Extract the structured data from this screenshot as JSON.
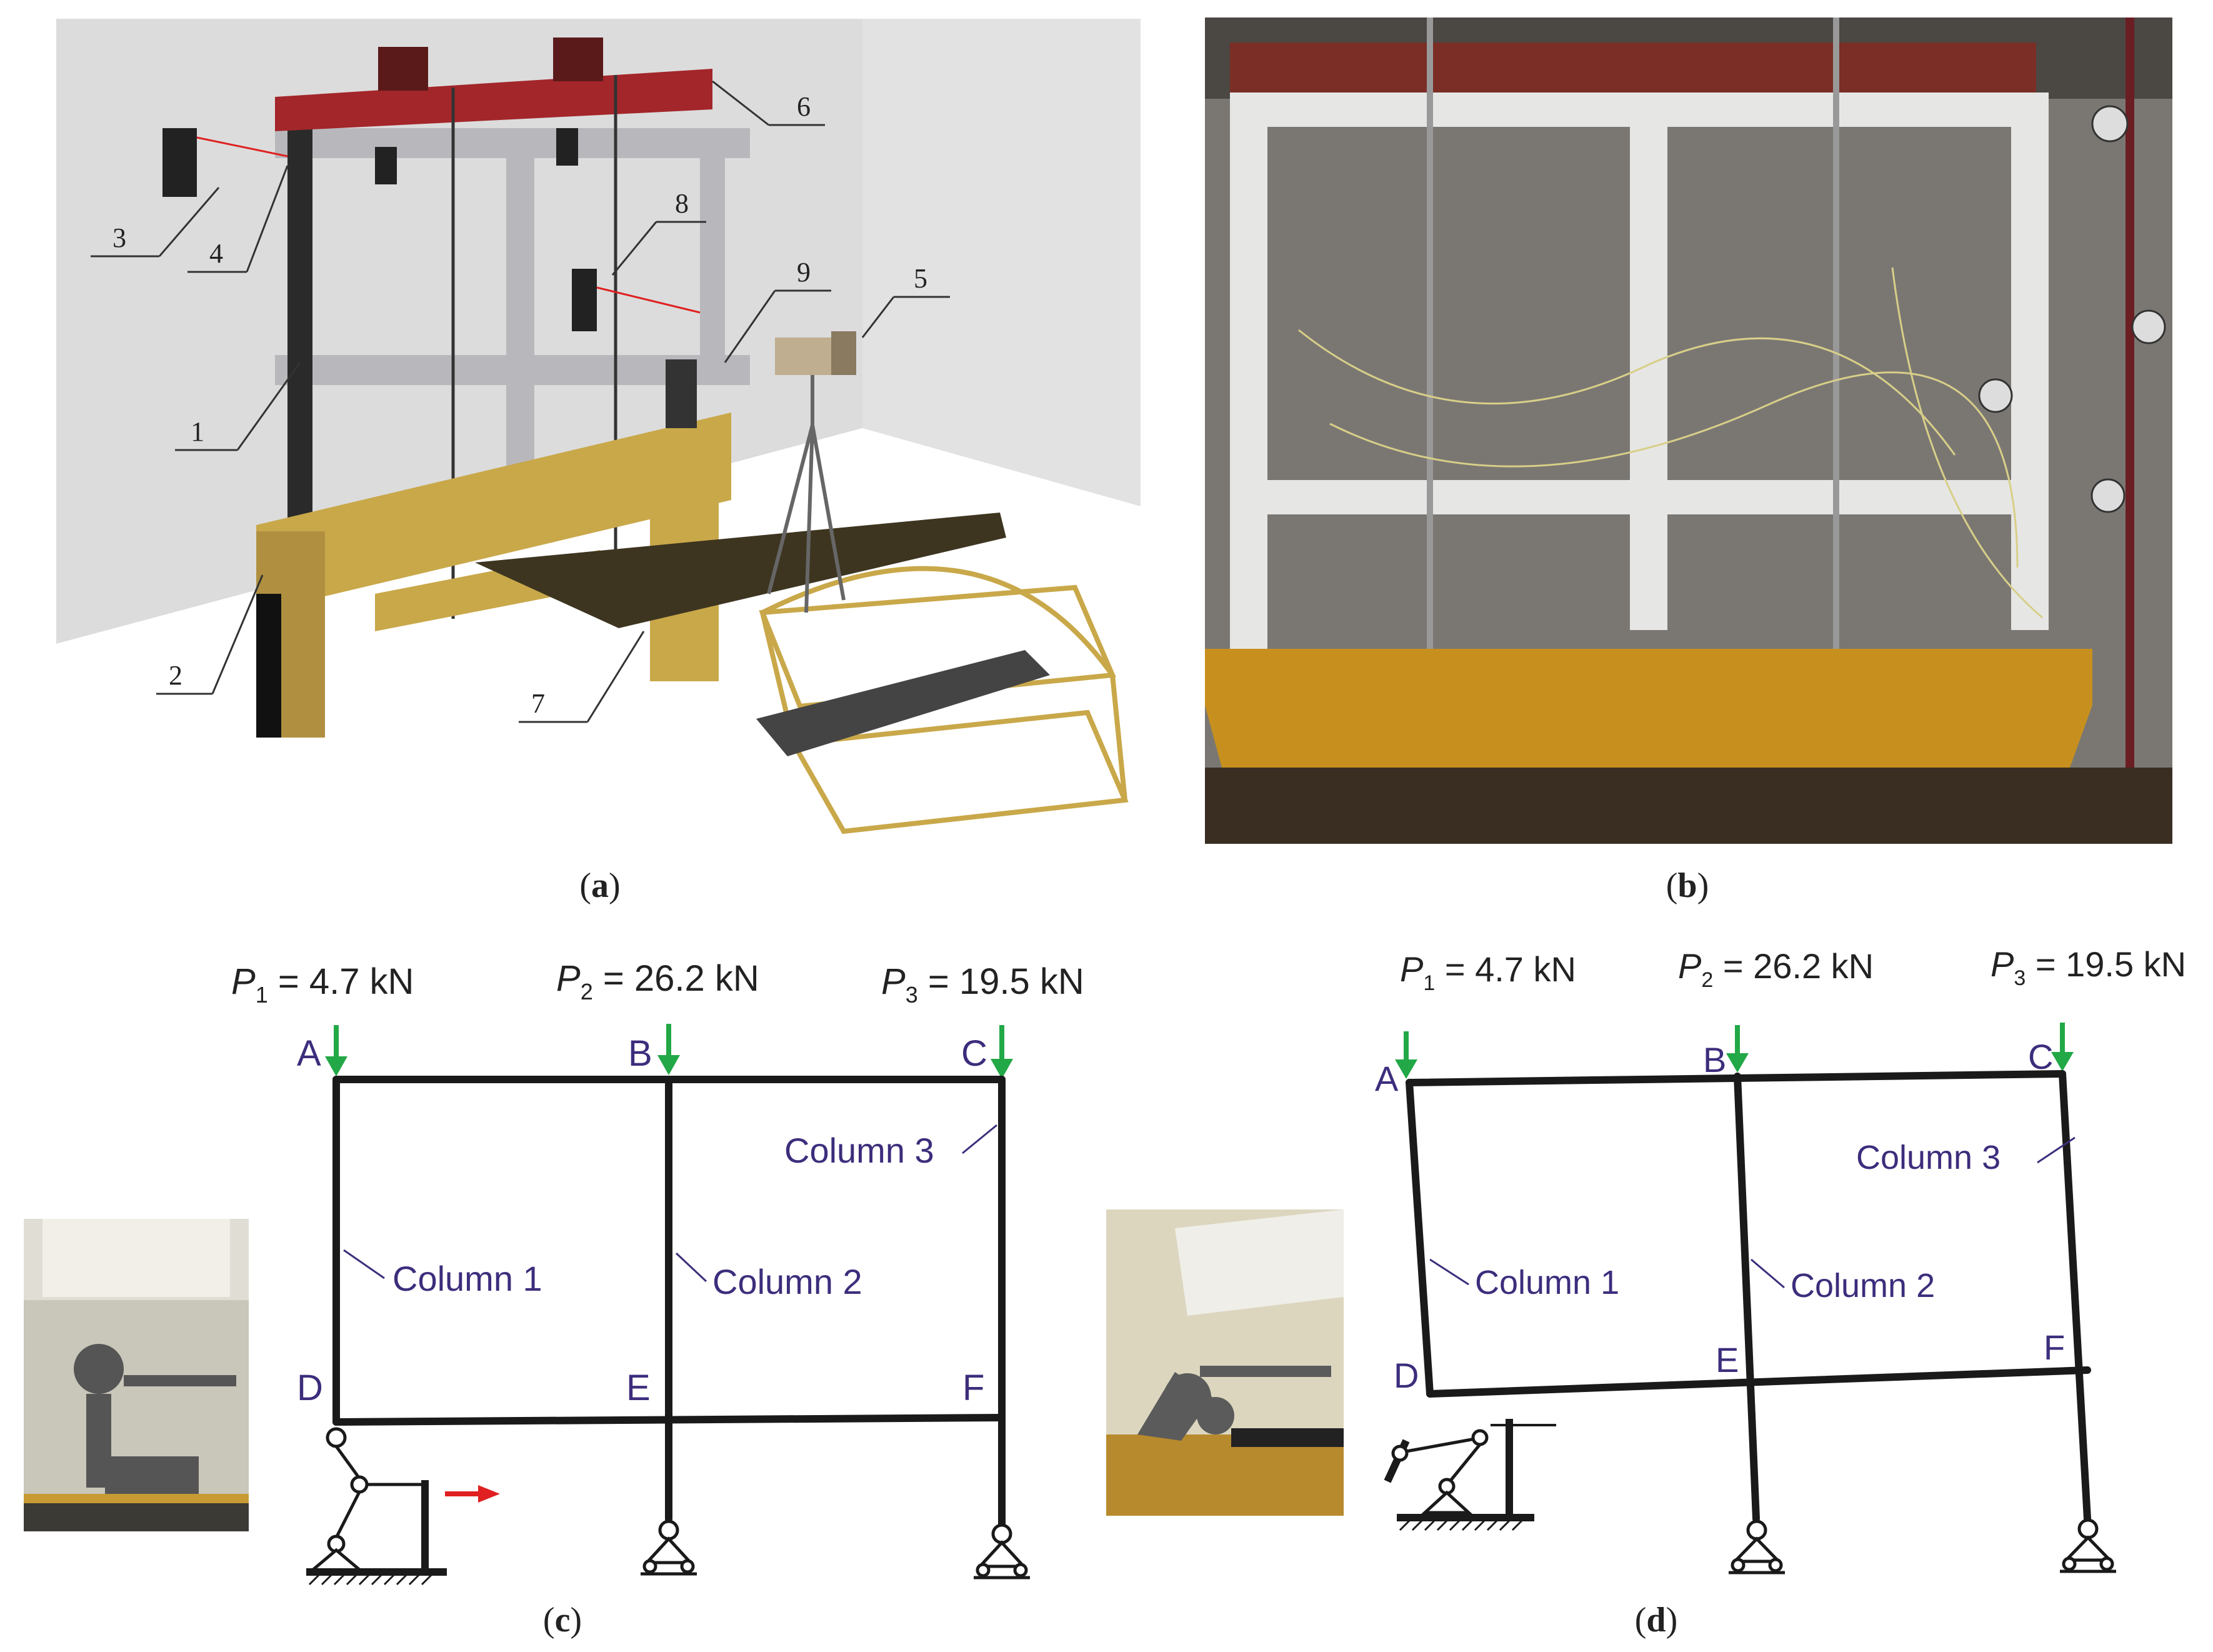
{
  "panel_a": {
    "caption": "a",
    "callouts": [
      "1",
      "2",
      "3",
      "4",
      "5",
      "6",
      "7",
      "8",
      "9"
    ]
  },
  "panel_b": {
    "caption": "b"
  },
  "panel_c": {
    "caption": "c",
    "loads": [
      {
        "symbol": "P",
        "sub": "1",
        "value": " = 4.7 kN"
      },
      {
        "symbol": "P",
        "sub": "2",
        "value": " = 26.2 kN"
      },
      {
        "symbol": "P",
        "sub": "3",
        "value": " = 19.5 kN"
      }
    ],
    "nodes": [
      "A",
      "B",
      "C",
      "D",
      "E",
      "F"
    ],
    "columns": [
      "Column 1",
      "Column 2",
      "Column 3"
    ]
  },
  "panel_d": {
    "caption": "d",
    "loads": [
      {
        "symbol": "P",
        "sub": "1",
        "value": " = 4.7 kN"
      },
      {
        "symbol": "P",
        "sub": "2",
        "value": " = 26.2 kN"
      },
      {
        "symbol": "P",
        "sub": "3",
        "value": " = 19.5 kN"
      }
    ],
    "nodes": [
      "A",
      "B",
      "C",
      "D",
      "E",
      "F"
    ],
    "columns": [
      "Column 1",
      "Column 2",
      "Column 3"
    ]
  },
  "colors": {
    "frame": "#1a1a1a",
    "load_arrow": "#22a846",
    "push_arrow": "#e02020",
    "label": "#3d2d7c",
    "beam_red": "#a3262a",
    "base_yellow": "#c9a84a"
  }
}
